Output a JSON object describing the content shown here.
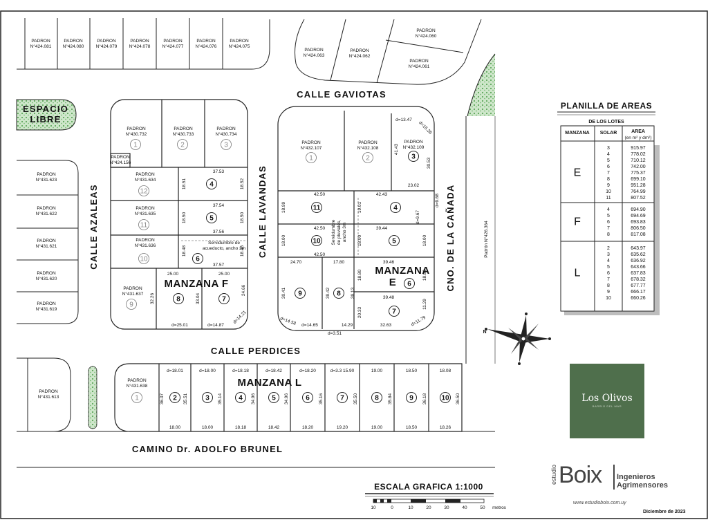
{
  "plan": {
    "streets": {
      "gaviotas": "CALLE GAVIOTAS",
      "azaleas": "CALLE AZALEAS",
      "lavandas": "CALLE LAVANDAS",
      "perdices": "CALLE PERDICES",
      "canada": "CNO. DE LA CAÑADA",
      "brunel": "CAMINO Dr. ADOLFO BRUNEL"
    },
    "espacio_libre": [
      "ESPACIO",
      "LIBRE"
    ],
    "padron_word": "PADRON",
    "padron_426": "Padrón N°426.364",
    "padrones_top": [
      "N°424.081",
      "N°424.080",
      "N°424.079",
      "N°424.078",
      "N°424.077",
      "N°424.076",
      "N°424.075"
    ],
    "padrones_top_right": [
      "N°424.063",
      "N°424.062",
      "N°424.060",
      "N°424.061"
    ],
    "padrones_left": [
      "N°431.623",
      "N°431.622",
      "N°431.621",
      "N°431.620",
      "N°431.619"
    ],
    "padron_613": "N°431.613",
    "manzana_f": {
      "title": "MANZANA F",
      "padrones": [
        "N°430.732",
        "N°430.733",
        "N°430.734",
        "N°424.156",
        "N°431.634",
        "N°431.635",
        "N°431.636",
        "N°431.637"
      ],
      "gray_lots": [
        "1",
        "2",
        "3",
        "12",
        "11",
        "10",
        "9"
      ],
      "lots": [
        "4",
        "5",
        "6",
        "8",
        "7"
      ],
      "dims": [
        "37.53",
        "18.51",
        "18.52",
        "37.54",
        "18.50",
        "18.50",
        "37.56",
        "18.48",
        "18.46",
        "37.57",
        "25.00",
        "25.00",
        "32.26",
        "33.04",
        "24.66",
        "d=25.01",
        "d=14.87",
        "d=14.21"
      ],
      "servidumbre": [
        "Servidumbre de",
        "acueducto, ancho 3m"
      ]
    },
    "manzana_e": {
      "title": [
        "MANZANA",
        "E"
      ],
      "padrones": [
        "N°432.107",
        "N°432.108",
        "N°432.109"
      ],
      "gray_lots": [
        "1",
        "2"
      ],
      "lots": [
        "3",
        "11",
        "4",
        "10",
        "5",
        "9",
        "8",
        "6",
        "7"
      ],
      "dims": [
        "d=13.47",
        "d=15.26",
        "41.43",
        "30.53",
        "23.02",
        "42.50",
        "42.43",
        "18.99",
        "19.01",
        "d=9.67",
        "d=9.68",
        "42.50",
        "39.44",
        "18.00",
        "18.00",
        "18.00",
        "42.50",
        "24.70",
        "17.80",
        "39.46",
        "30.41",
        "39.42",
        "18.80",
        "18.80",
        "39.13",
        "39.48",
        "20.33",
        "11.29",
        "d=14.58",
        "d=14.65",
        "14.29",
        "32.63",
        "d=11.79",
        "d=3.51"
      ],
      "servidumbre": [
        "Servidumbre",
        "de pluviales,",
        "ancho 3m"
      ]
    },
    "manzana_l": {
      "title": "MANZANA L",
      "padron": "N°431.638",
      "gray_lots": [
        "1"
      ],
      "lots": [
        "2",
        "3",
        "4",
        "5",
        "6",
        "7",
        "8",
        "9",
        "10"
      ],
      "top_dims": [
        "d=18.01",
        "d=18.00",
        "d=18.18",
        "d=18.42",
        "d=18.20",
        "d=3.3 15.90",
        "19.00",
        "18.50",
        "18.08"
      ],
      "bottom_dims": [
        "18.00",
        "18.00",
        "18.18",
        "18.42",
        "18.20",
        "19.20",
        "19.00",
        "18.50",
        "18.26"
      ],
      "side_dims": [
        "36.07",
        "35.51",
        "35.14",
        "34.96",
        "34.96",
        "35.16",
        "35.50",
        "35.84",
        "36.18",
        "36.50"
      ]
    }
  },
  "table": {
    "title": "PLANILLA DE AREAS",
    "subtitle": "DE LOS LOTES",
    "headers": [
      "MANZANA",
      "SOLAR",
      "AREA"
    ],
    "area_unit": "(en m² y dm²)",
    "groups": [
      {
        "manzana": "E",
        "rows": [
          [
            "3",
            "915.97"
          ],
          [
            "4",
            "778.02"
          ],
          [
            "5",
            "710.12"
          ],
          [
            "6",
            "742.00"
          ],
          [
            "7",
            "775.37"
          ],
          [
            "8",
            "699.10"
          ],
          [
            "9",
            "951.28"
          ],
          [
            "10",
            "764.99"
          ],
          [
            "11",
            "807.52"
          ]
        ]
      },
      {
        "manzana": "F",
        "rows": [
          [
            "4",
            "694.90"
          ],
          [
            "5",
            "694.69"
          ],
          [
            "6",
            "693.83"
          ],
          [
            "7",
            "806.50"
          ],
          [
            "8",
            "817.08"
          ]
        ]
      },
      {
        "manzana": "L",
        "rows": [
          [
            "2",
            "643.97"
          ],
          [
            "3",
            "635.62"
          ],
          [
            "4",
            "636.92"
          ],
          [
            "5",
            "643.66"
          ],
          [
            "6",
            "637.83"
          ],
          [
            "7",
            "678.32"
          ],
          [
            "8",
            "677.77"
          ],
          [
            "9",
            "666.17"
          ],
          [
            "10",
            "660.26"
          ]
        ]
      }
    ]
  },
  "compass": {
    "north": "N"
  },
  "scale": {
    "title": "ESCALA GRAFICA 1:1000",
    "ticks": [
      "10",
      "0",
      "10",
      "20",
      "30",
      "40",
      "50"
    ],
    "unit": "metros"
  },
  "branding": {
    "los_olivos": "Los Olivos",
    "los_olivos_sub": "BARRIO DEL MAR",
    "studio_small": "estudio",
    "studio_big": "Boix",
    "role1": "Ingenieros",
    "role2": "Agrimensores",
    "web": "www.estudioboix.com.uy",
    "date": "Diciembre de 2023"
  },
  "colors": {
    "green_area": "#7fbf7a",
    "brand_green": "#4f6f4c"
  }
}
